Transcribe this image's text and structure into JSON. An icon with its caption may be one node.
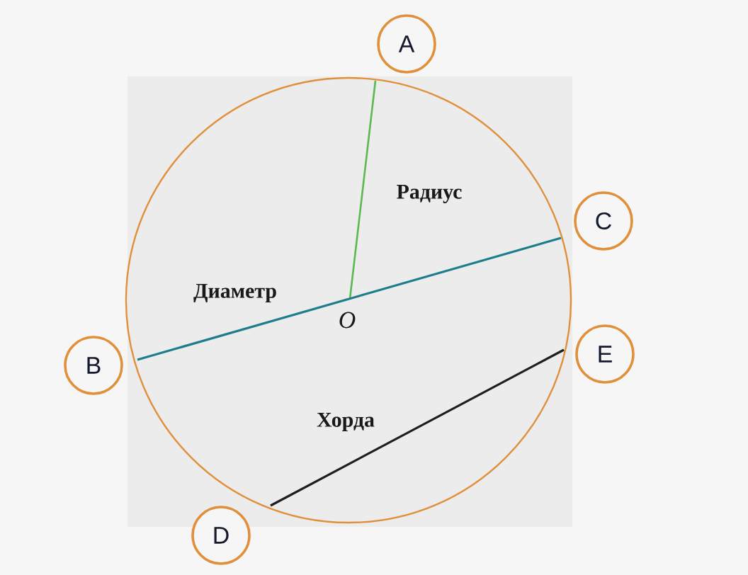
{
  "diagram": {
    "nodes": [
      {
        "text": [
          "A"
        ]
      },
      {
        "text": [
          "C"
        ]
      },
      {
        "text": [
          "B"
        ]
      },
      {
        "text": [
          "E"
        ]
      },
      {
        "text": [
          "D"
        ]
      }
    ],
    "labels": [
      "Радиус",
      "Диаметр",
      "O",
      "Хорда"
    ]
  }
}
